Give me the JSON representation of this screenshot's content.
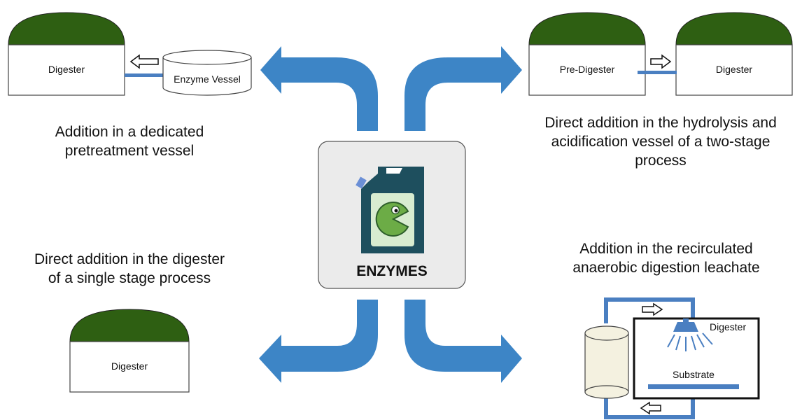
{
  "center": {
    "title": "ENZYMES",
    "colors": {
      "box_fill": "#ebebeb",
      "can": "#1e4f5e",
      "face_bg": "#d8ecd0",
      "face": "#6cac46"
    }
  },
  "top_left": {
    "caption_line1": "Addition in a dedicated",
    "caption_line2": "pretreatment vessel",
    "digester_label": "Digester",
    "vessel_label": "Enzyme Vessel"
  },
  "top_right": {
    "caption_line1": "Direct addition in the hydrolysis and",
    "caption_line2": "acidification vessel of a two-stage",
    "caption_line3": "process",
    "predigester_label": "Pre-Digester",
    "digester_label": "Digester"
  },
  "bottom_left": {
    "caption_line1": "Direct addition in the digester",
    "caption_line2": "of a single stage process",
    "digester_label": "Digester"
  },
  "bottom_right": {
    "caption_line1": "Addition in the recirculated",
    "caption_line2": "anaerobic digestion leachate",
    "digester_label": "Digester",
    "substrate_label": "Substrate"
  },
  "colors": {
    "arrow": "#3d85c6",
    "dome": "#2e5f12",
    "pipe": "#4a7fc1",
    "vessel_fill": "#f4f1e0"
  }
}
